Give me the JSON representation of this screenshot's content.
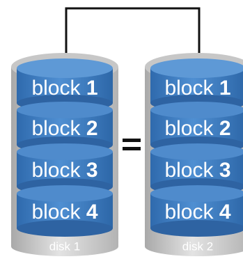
{
  "diagram": {
    "disks": [
      {
        "label": "disk 1",
        "blocks": [
          {
            "word": "block",
            "num": "1"
          },
          {
            "word": "block",
            "num": "2"
          },
          {
            "word": "block",
            "num": "3"
          },
          {
            "word": "block",
            "num": "4"
          }
        ]
      },
      {
        "label": "disk 2",
        "blocks": [
          {
            "word": "block",
            "num": "1"
          },
          {
            "word": "block",
            "num": "2"
          },
          {
            "word": "block",
            "num": "3"
          },
          {
            "word": "block",
            "num": "4"
          }
        ]
      }
    ],
    "equals_symbol": "=",
    "colors": {
      "cylinder_gray": "#d3d3d3",
      "cylinder_gray_dark": "#9e9e9e",
      "block_blue": "#3b7bc0",
      "block_blue_light": "#5e99d6",
      "block_blue_dark": "#2c5f98",
      "connector_line": "#111111"
    }
  }
}
